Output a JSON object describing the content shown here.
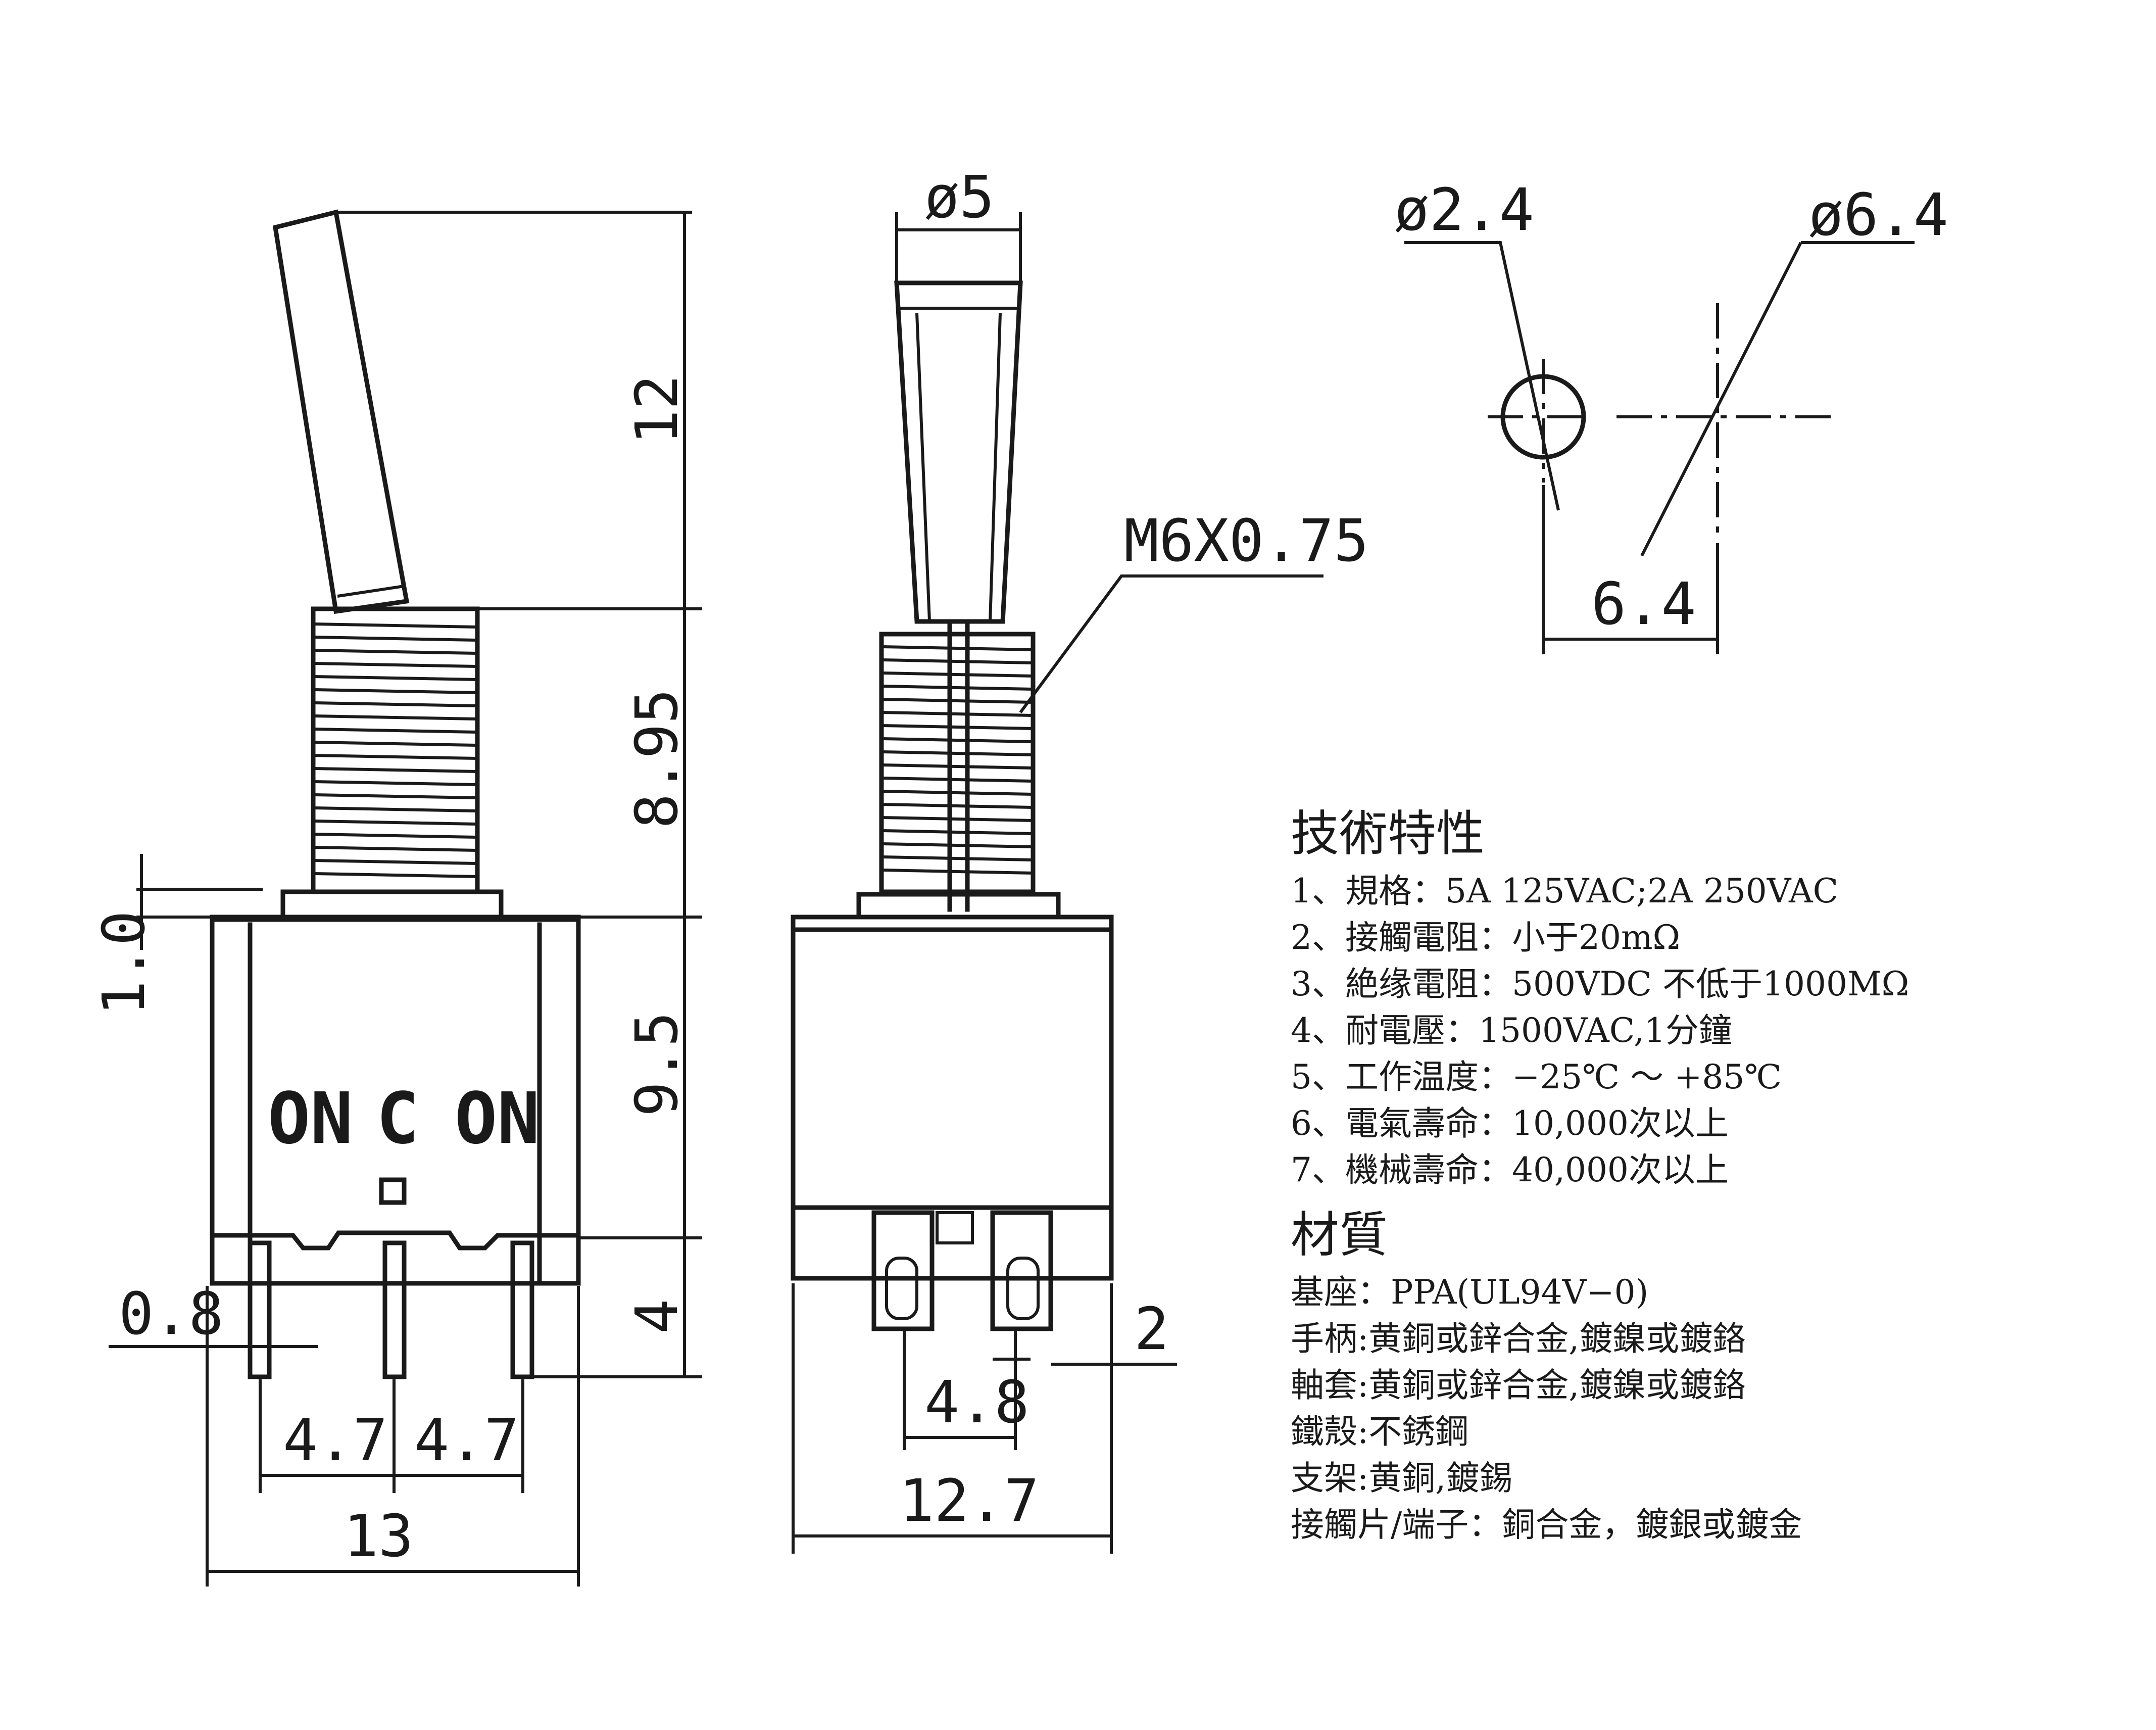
{
  "dimensions": {
    "lever_height": "12",
    "bushing_height": "8.95",
    "base_flange": "1.0",
    "body_height": "9.5",
    "terminal_length": "4",
    "terminal_width": "0.8",
    "terminal_pitch_left": "4.7",
    "terminal_pitch_right": "4.7",
    "overall_width": "13",
    "lever_diameter": "ø5",
    "thread": "M6X0.75",
    "side_terminal_width": "2",
    "side_terminal_pitch": "4.8",
    "side_width": "12.7",
    "hole_small": "ø2.4",
    "hole_large": "ø6.4",
    "hole_spacing": "6.4"
  },
  "body_marking": {
    "left": "ON",
    "center": "C",
    "right": "ON"
  },
  "specs": {
    "tech_title": "技術特性",
    "tech_items": [
      "1、規格：5A 125VAC;2A 250VAC",
      "2、接觸電阻：小于20mΩ",
      "3、絶缘電阻：500VDC 不低于1000MΩ",
      "4、耐電壓：1500VAC,1分鐘",
      "5、工作温度：−25℃ ～ +85℃",
      "6、電氣壽命：10,000次以上",
      "7、機械壽命：40,000次以上"
    ],
    "material_title": "材質",
    "material_items": [
      "基座：PPA(UL94V−0)",
      "手柄:黄銅或鋅合金,鍍鎳或鍍鉻",
      "軸套:黄銅或鋅合金,鍍鎳或鍍鉻",
      "鐵殼:不銹鋼",
      "支架:黄銅,鍍錫",
      "接觸片/端子：銅合金，鍍銀或鍍金"
    ]
  }
}
